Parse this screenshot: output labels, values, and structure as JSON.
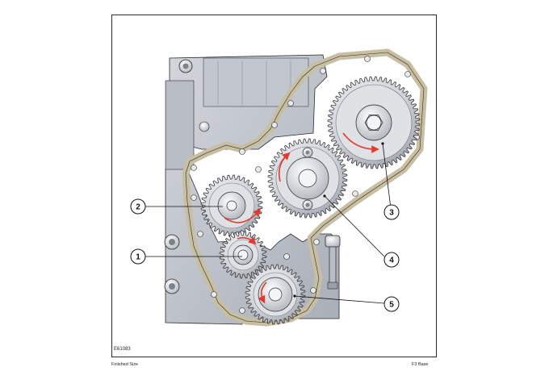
{
  "figure": {
    "code": "E61083",
    "footer_left": "Finished Size",
    "footer_right": "F3 Base"
  },
  "callouts": [
    {
      "label": "1"
    },
    {
      "label": "2"
    },
    {
      "label": "3"
    },
    {
      "label": "4"
    },
    {
      "label": "5"
    }
  ],
  "colors": {
    "block": "#c9ccd3",
    "block_shadow": "#9aa0aa",
    "gasket": "#c8bfa2",
    "gear_light": "#e6e7ea",
    "gear_dark": "#8e939c",
    "arrow": "#e23b2e",
    "outline": "#2a2a2a"
  }
}
